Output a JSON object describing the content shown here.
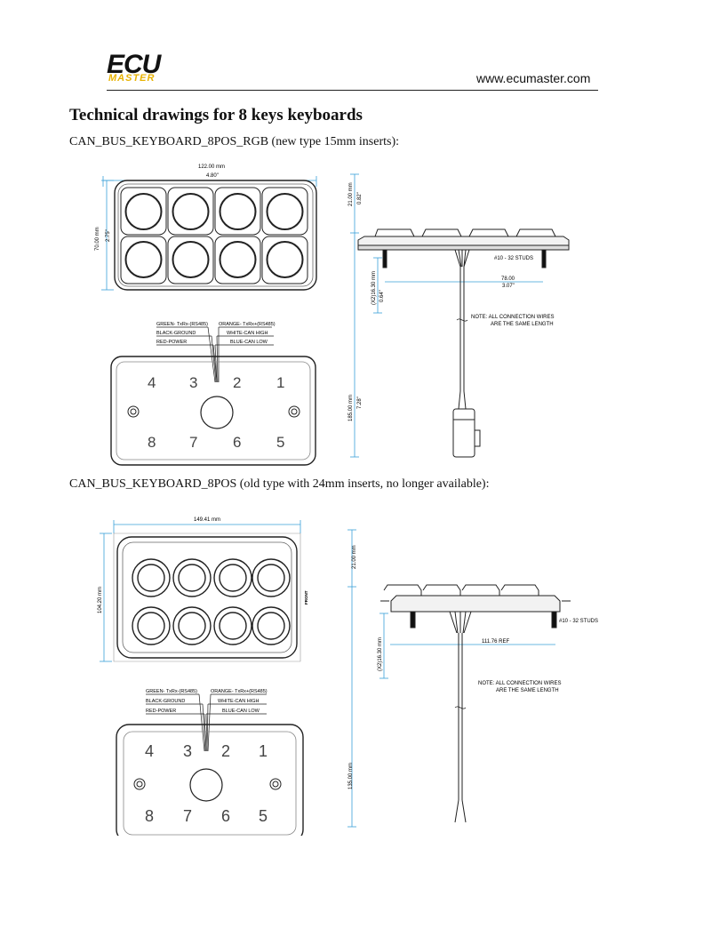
{
  "header": {
    "logo_main": "ECU",
    "logo_sub": "MASTER",
    "website": "www.ecumaster.com"
  },
  "page": {
    "title": "Technical drawings for 8 keys keyboards"
  },
  "drawing_new": {
    "caption": "CAN_BUS_KEYBOARD_8POS_RGB (new type 15mm inserts):",
    "width_mm": "122.00 mm",
    "width_in": "4.80\"",
    "height_mm": "70.00 mm",
    "height_in": "2.75\"",
    "depth_mm": "21.00 mm",
    "depth_in": "0.82\"",
    "stud_label": "#10 - 32 STUDS",
    "stud_spacing_mm": "78.00",
    "stud_spacing_in": "3.07\"",
    "stud_length_mm": "(X2)16.30 mm",
    "stud_length_in": "0.64\"",
    "cable_mm": "185.00 mm",
    "cable_in": "7.28\"",
    "note_line1": "NOTE: ALL CONNECTION WIRES",
    "note_line2": "ARE THE SAME LENGTH",
    "wires": {
      "green": "GREEN- TxRx-(RS485)",
      "black": "BLACK-GROUND",
      "red": "RED-POWER",
      "orange": "ORANGE- TxRx+(RS485)",
      "white": "WHITE-CAN HIGH",
      "blue": "BLUE-CAN LOW"
    },
    "keys": [
      "4",
      "3",
      "2",
      "1",
      "8",
      "7",
      "6",
      "5"
    ]
  },
  "drawing_old": {
    "caption": "CAN_BUS_KEYBOARD_8POS (old type with 24mm inserts, no longer available):",
    "width_mm": "149.41 mm",
    "height_mm": "104.20 mm",
    "depth_mm": "21.00 mm",
    "front_label": "FRONT",
    "stud_label": "#10 - 32 STUDS",
    "stud_spacing": "111.76 REF",
    "stud_length_mm": "(X2)16.30 mm",
    "cable_mm": "135.00 mm",
    "note_line1": "NOTE: ALL CONNECTION WIRES",
    "note_line2": "ARE THE SAME LENGTH",
    "wires": {
      "green": "GREEN- TxRx-(RS485)",
      "black": "BLACK-GROUND",
      "red": "RED-POWER",
      "orange": "ORANGE- TxRx+(RS485)",
      "white": "WHITE-CAN HIGH",
      "blue": "BLUE-CAN LOW"
    },
    "keys": [
      "4",
      "3",
      "2",
      "1",
      "8",
      "7",
      "6",
      "5"
    ]
  },
  "colors": {
    "dimension_line": "#3aa0d8",
    "logo_accent": "#e8b200"
  }
}
